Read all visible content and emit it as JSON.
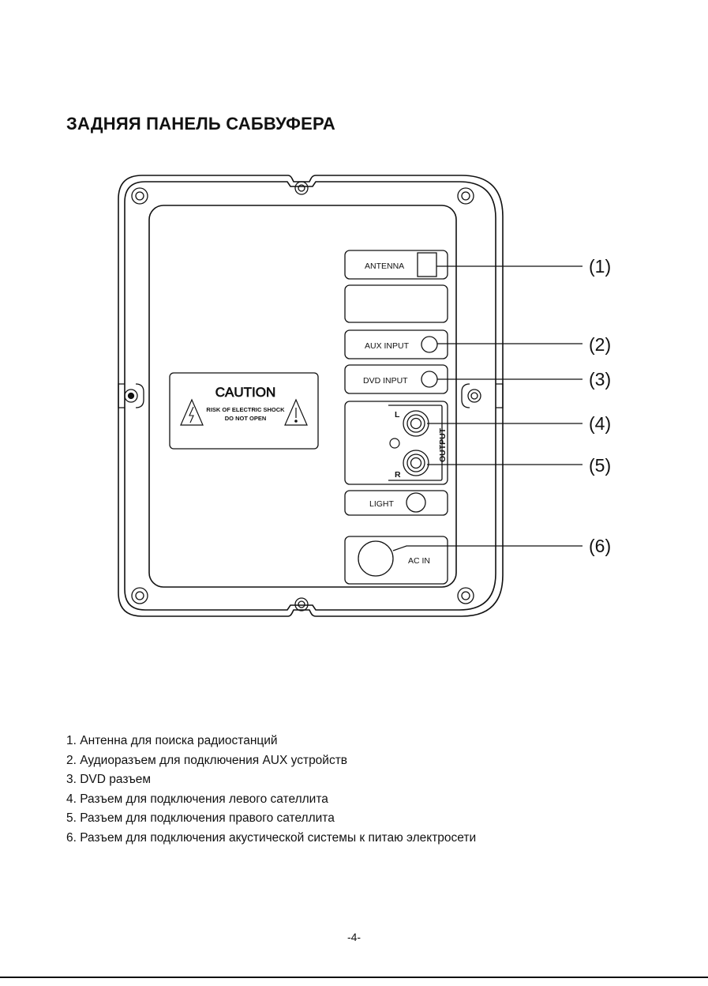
{
  "title": "ЗАДНЯЯ ПАНЕЛЬ САБВУФЕРА",
  "panel": {
    "antenna_label": "ANTENNA",
    "aux_label": "AUX INPUT",
    "dvd_label": "DVD INPUT",
    "output_label": "OUTPUT",
    "left_label": "L",
    "right_label": "R",
    "light_label": "LIGHT",
    "ac_label": "AC IN",
    "caution": {
      "heading": "CAUTION",
      "line1": "RISK OF ELECTRIC SHOCK",
      "line2": "DO NOT OPEN"
    }
  },
  "callouts": [
    "(1)",
    "(2)",
    "(3)",
    "(4)",
    "(5)",
    "(6)"
  ],
  "legend": [
    "1. Антенна для поиска радиостанций",
    "2. Аудиоразъем для подключения AUX устройств",
    "3. DVD разъем",
    "4. Разъем для подключения левого сателлита",
    "5. Разъем для подключения правого сателлита",
    "6. Разъем для подключения акустической системы к питаю электросети"
  ],
  "page_number": "-4-"
}
